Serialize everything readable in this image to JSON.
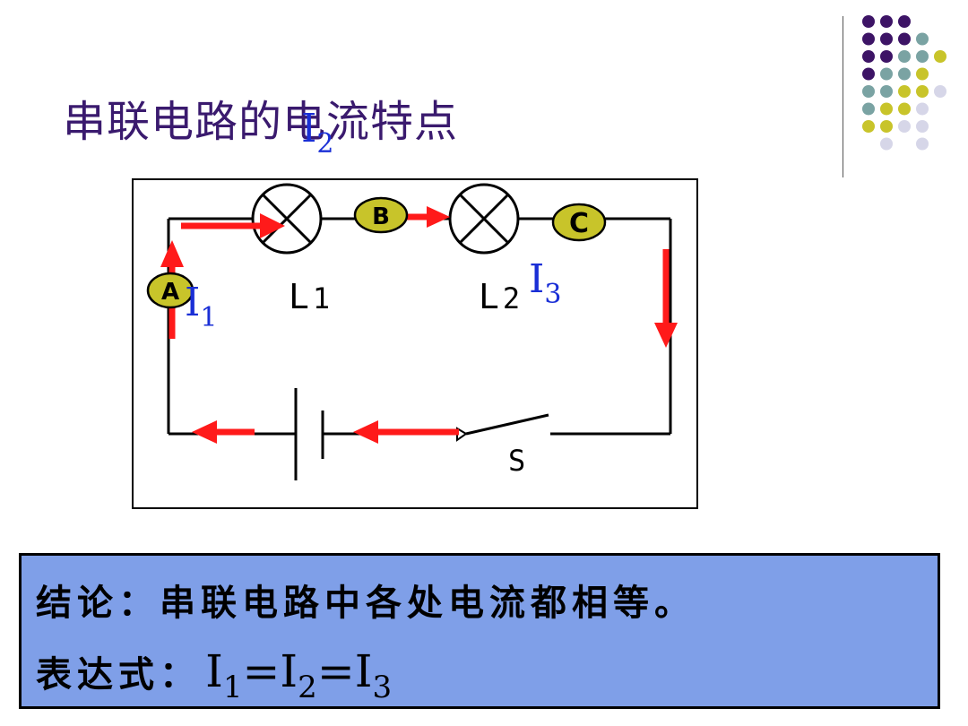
{
  "slide": {
    "title": "串联电路的电流特点"
  },
  "circuit": {
    "meters": [
      "A",
      "B",
      "C"
    ],
    "lamp_labels": [
      "L",
      "1",
      "L",
      "2"
    ],
    "switch_label": "S",
    "currents": [
      {
        "symbol": "I",
        "sub": "1"
      },
      {
        "symbol": "I",
        "sub": "2"
      },
      {
        "symbol": "I",
        "sub": "3"
      }
    ],
    "colors": {
      "wire": "#000000",
      "arrow": "#ff1a1a",
      "meter_fill": "#c8c42a",
      "current_label": "#1a2fd6"
    }
  },
  "conclusion": {
    "line1": "结论：串联电路中各处电流都相等。",
    "expr_label": "表达式：",
    "expr": {
      "symbol": "I",
      "i1": "1",
      "eq": "=",
      "i2": "2",
      "i3": "3"
    }
  },
  "decoration": {
    "dot_colors": [
      "#3d1466",
      "#7aa3a3",
      "#c8c42a",
      "#d6d6e8"
    ]
  }
}
